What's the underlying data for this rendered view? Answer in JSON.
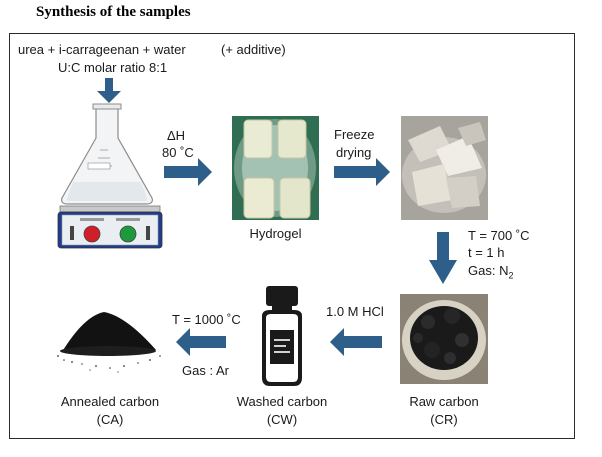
{
  "title": "Synthesis of the samples",
  "reactants": {
    "line1": "urea + i-carrageenan + water",
    "additive": "(+ additive)",
    "ratio": "U:C molar ratio 8:1"
  },
  "step1": {
    "line1": "ΔH",
    "line2": "80 ˚C"
  },
  "hydrogel_label": "Hydrogel",
  "step2": {
    "line1": "Freeze",
    "line2": "drying"
  },
  "step3": {
    "line1": "T = 700 ˚C",
    "line2": "t = 1 h",
    "line3_prefix": "Gas:  N",
    "line3_sub": "2"
  },
  "raw": {
    "label": "Raw carbon",
    "code": "(CR)"
  },
  "step4": {
    "label": "1.0 M HCl"
  },
  "washed": {
    "label": "Washed carbon",
    "code": "(CW)"
  },
  "step5": {
    "line1": "T = 1000 ˚C",
    "line2": "Gas : Ar"
  },
  "annealed": {
    "label": "Annealed carbon",
    "code": "(CA)"
  },
  "colors": {
    "arrow": "#2e5f8a",
    "frame": "#2a2a2a"
  }
}
